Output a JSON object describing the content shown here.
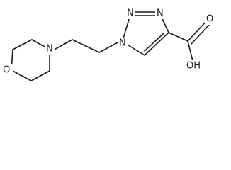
{
  "molecule": {
    "atoms": {
      "morpholine_oxygen": "O",
      "morpholine_nitrogen": "N",
      "triazole_n1": "N",
      "triazole_n2": "N",
      "triazole_n3": "N",
      "carbonyl_oxygen": "O",
      "hydroxyl": "OH"
    }
  }
}
